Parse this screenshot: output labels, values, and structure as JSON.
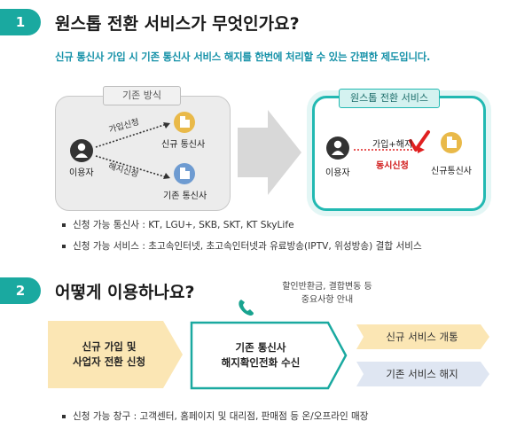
{
  "section1": {
    "number": "1",
    "title": "원스톱 전환 서비스가 무엇인가요?",
    "subtitle": "신규 통신사 가입 시 기존 통신사 서비스 해지를 한번에 처리할 수 있는 간편한 제도입니다.",
    "old_method": {
      "tag": "기존 방식",
      "user_label": "이용자",
      "arrow_top_label": "가입신청",
      "arrow_bottom_label": "해지신청",
      "new_carrier_label": "신규 통신사",
      "old_carrier_label": "기존 통신사"
    },
    "new_method": {
      "tag": "원스톱 전환 서비스",
      "user_label": "이용자",
      "arrow_label": "가입+해지",
      "simultaneous_label": "동시신청",
      "carrier_label": "신규통신사"
    },
    "bullets": [
      "신청 가능 통신사 : KT, LGU+, SKB, SKT, KT SkyLife",
      "신청 가능 서비스 :  초고속인터넷, 초고속인터넷과 유료방송(IPTV, 위성방송) 결합 서비스"
    ]
  },
  "section2": {
    "number": "2",
    "title": "어떻게 이용하나요?",
    "callout": [
      "할인반환금, 결합변동 등",
      "중요사항 안내"
    ],
    "step1": [
      "신규 가입 및",
      "사업자 전환 신청"
    ],
    "step2": [
      "기존 통신사",
      "해지확인전화 수신"
    ],
    "result1": "신규 서비스 개통",
    "result2": "기존 서비스 해지",
    "bullet": "신청 가능 창구 : 고객센터, 홈페이지 및 대리점, 판매점 등 온/오프라인 매장"
  },
  "colors": {
    "accent_teal": "#1aa9a0",
    "subtitle_blue": "#1591a8",
    "red_check": "#e02020",
    "step1_fill": "#fbe6b4",
    "result1_fill": "#fbe6b4",
    "result2_fill": "#dfe6f2"
  },
  "icons": [
    "user-icon",
    "building-icon",
    "check-icon",
    "phone-icon",
    "big-arrow-icon"
  ]
}
